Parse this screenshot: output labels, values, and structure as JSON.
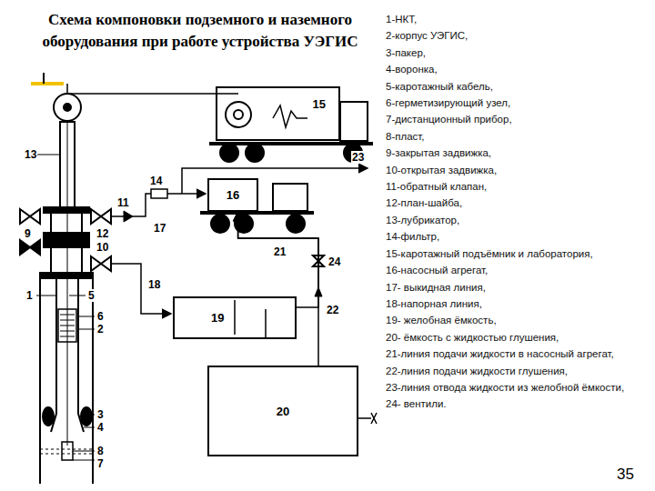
{
  "diagram": {
    "title": "Схема компоновки подземного и наземного оборудования при работе устройства УЭГИС",
    "nodes": [
      {
        "text": [
          "15"
        ]
      },
      {
        "text": [
          "16"
        ]
      },
      {
        "text": [
          "19"
        ]
      },
      {
        "text": [
          "20"
        ]
      }
    ],
    "edges": [
      {
        "from": 2,
        "to": 1,
        "arrow": "to"
      },
      {
        "from": 3,
        "to": 1,
        "arrow": "to"
      }
    ],
    "labels": [
      "1-НКТ,",
      "2-корпус УЭГИС,",
      "3-пакер,",
      "4-воронка,",
      "5-каротажный кабель,",
      "6-герметизирующий узел,",
      "7-дистанционный прибор,",
      "8-пласт,",
      "9-закрытая задвижка,",
      "10-открытая задвижка,",
      "11-обратный клапан,",
      "12-план-шайба,",
      "13-лубрикатор,",
      "14-фильтр,",
      "15-каротажный подъёмник и лаборатория,",
      "16-насосный агрегат,",
      "17- выкидная линия,",
      "18-напорная линия,",
      "19- желобная ёмкость,",
      "20- ёмкость с жидкостью глушения,",
      "21-линия подачи жидкости в насосный агрегат,",
      "22-линия подачи жидкости глушения,",
      "23-линия отвода жидкости из желобной ёмкости,",
      "24- вентили.",
      "13",
      "14",
      "11",
      "17",
      "9",
      "12",
      "10",
      "1",
      "5",
      "6",
      "2",
      "3",
      "4",
      "8",
      "7",
      "18",
      "23",
      "21",
      "24",
      "22",
      "35"
    ]
  }
}
